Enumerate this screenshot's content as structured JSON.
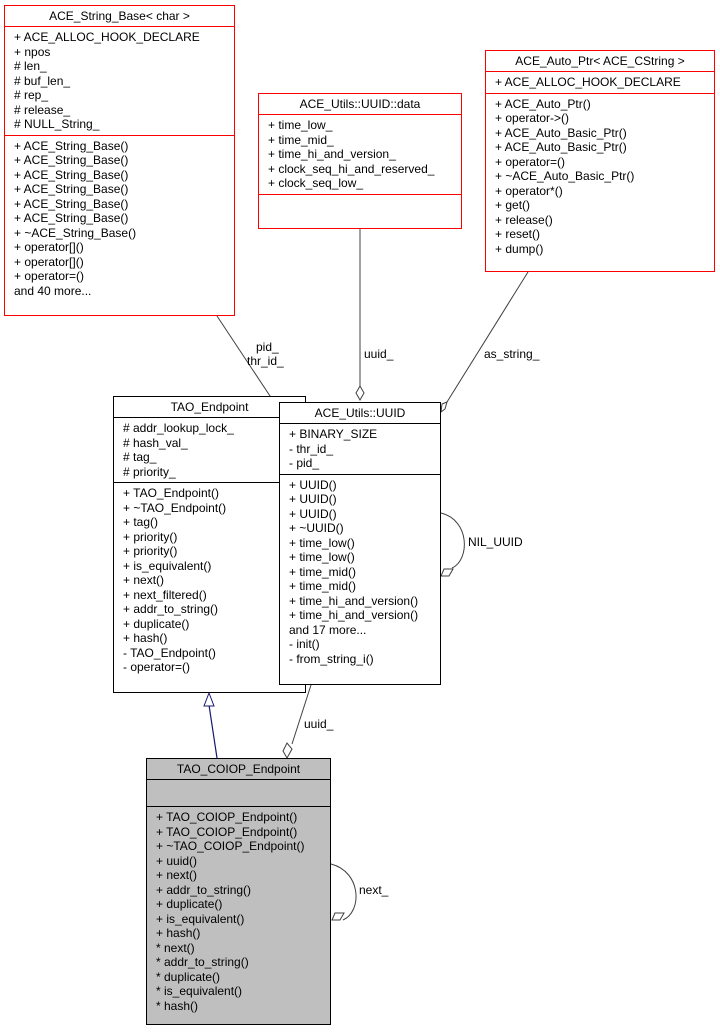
{
  "nodes": {
    "string_base": {
      "title": "ACE_String_Base< char >",
      "attributes": [
        "+ ACE_ALLOC_HOOK_DECLARE",
        "+ npos",
        "# len_",
        "# buf_len_",
        "# rep_",
        "# release_",
        "# NULL_String_"
      ],
      "methods": [
        "+ ACE_String_Base()",
        "+ ACE_String_Base()",
        "+ ACE_String_Base()",
        "+ ACE_String_Base()",
        "+ ACE_String_Base()",
        "+ ACE_String_Base()",
        "+ ~ACE_String_Base()",
        "+ operator[]()",
        "+ operator[]()",
        "+ operator=()",
        "and 40 more..."
      ]
    },
    "uuid_data": {
      "title": "ACE_Utils::UUID::data",
      "attributes": [
        "+ time_low_",
        "+ time_mid_",
        "+ time_hi_and_version_",
        "+ clock_seq_hi_and_reserved_",
        "+ clock_seq_low_"
      ],
      "methods": []
    },
    "auto_ptr": {
      "title": "ACE_Auto_Ptr< ACE_CString >",
      "attributes": [
        "+ ACE_ALLOC_HOOK_DECLARE"
      ],
      "methods": [
        "+ ACE_Auto_Ptr()",
        "+ operator->()",
        "+ ACE_Auto_Basic_Ptr()",
        "+ ACE_Auto_Basic_Ptr()",
        "+ operator=()",
        "+ ~ACE_Auto_Basic_Ptr()",
        "+ operator*()",
        "+ get()",
        "+ release()",
        "+ reset()",
        "+ dump()"
      ]
    },
    "tao_endpoint": {
      "title": "TAO_Endpoint",
      "attributes": [
        "# addr_lookup_lock_",
        "# hash_val_",
        "# tag_",
        "# priority_"
      ],
      "methods": [
        "+ TAO_Endpoint()",
        "+ ~TAO_Endpoint()",
        "+ tag()",
        "+ priority()",
        "+ priority()",
        "+ is_equivalent()",
        "+ next()",
        "+ next_filtered()",
        "+ addr_to_string()",
        "+ duplicate()",
        "+ hash()",
        "- TAO_Endpoint()",
        "- operator=()"
      ]
    },
    "uuid": {
      "title": "ACE_Utils::UUID",
      "attributes": [
        "+ BINARY_SIZE",
        "- thr_id_",
        "- pid_"
      ],
      "methods": [
        "+ UUID()",
        "+ UUID()",
        "+ UUID()",
        "+ ~UUID()",
        "+ time_low()",
        "+ time_low()",
        "+ time_mid()",
        "+ time_mid()",
        "+ time_hi_and_version()",
        "+ time_hi_and_version()",
        "and 17 more...",
        "- init()",
        "- from_string_i()"
      ]
    },
    "coiop_endpoint": {
      "title": "TAO_COIOP_Endpoint",
      "attributes": [],
      "methods": [
        "+ TAO_COIOP_Endpoint()",
        "+ TAO_COIOP_Endpoint()",
        "+ ~TAO_COIOP_Endpoint()",
        "+ uuid()",
        "+ next()",
        "+ addr_to_string()",
        "+ duplicate()",
        "+ is_equivalent()",
        "+ hash()",
        "* next()",
        "* addr_to_string()",
        "* duplicate()",
        "* is_equivalent()",
        "* hash()"
      ]
    }
  },
  "edge_labels": {
    "pid": "pid_",
    "thr_id": "thr_id_",
    "uuid_top": "uuid_",
    "as_string": "as_string_",
    "nil_uuid": "NIL_UUID",
    "uuid_bottom": "uuid_",
    "next": "next_"
  },
  "colors": {
    "undocumented_border": "#ff0000",
    "documented_border": "#000000",
    "current_class_fill": "#bfbfbf",
    "inheritance_edge": "#191970",
    "usage_edge": "#404040"
  }
}
